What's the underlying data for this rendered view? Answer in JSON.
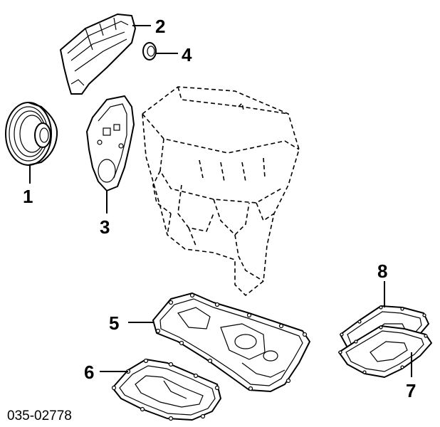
{
  "diagram": {
    "callouts": [
      {
        "id": "1",
        "label": "1"
      },
      {
        "id": "2",
        "label": "2"
      },
      {
        "id": "3",
        "label": "3"
      },
      {
        "id": "4",
        "label": "4"
      },
      {
        "id": "5",
        "label": "5"
      },
      {
        "id": "6",
        "label": "6"
      },
      {
        "id": "7",
        "label": "7"
      },
      {
        "id": "8",
        "label": "8"
      }
    ],
    "diagram_code": "035-02778"
  }
}
